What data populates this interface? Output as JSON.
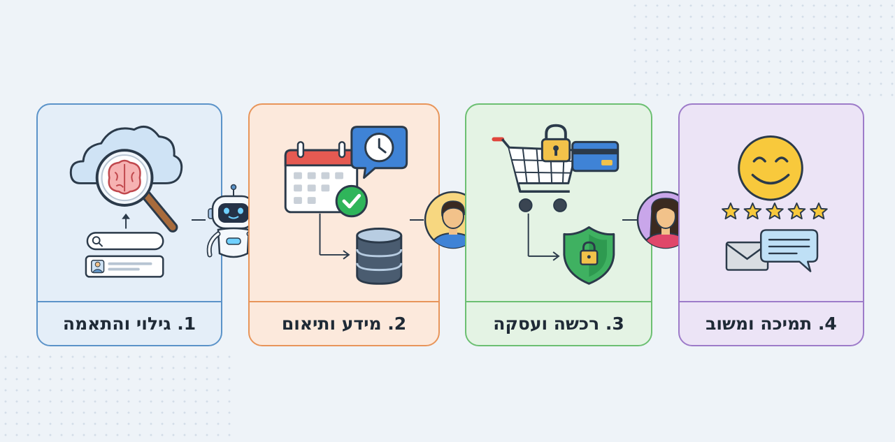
{
  "steps": [
    {
      "label": "1. גילוי והתאמה",
      "accent": "#5b93c9",
      "icons": [
        "cloud-icon",
        "magnifier-brain-icon",
        "search-bar-icon",
        "user-profile-icon"
      ]
    },
    {
      "label": "2. מידע ותיאום",
      "accent": "#e8955a",
      "icons": [
        "calendar-icon",
        "clock-chat-icon",
        "check-badge-icon",
        "database-icon"
      ]
    },
    {
      "label": "3. רכשה ועסקה",
      "accent": "#6cbf72",
      "icons": [
        "shopping-cart-icon",
        "padlock-icon",
        "credit-card-icon",
        "shield-lock-icon"
      ]
    },
    {
      "label": "4. תמיכה ומשוב",
      "accent": "#9d7bc9",
      "icons": [
        "smiley-icon",
        "five-star-rating-icon",
        "envelope-icon",
        "chat-bubble-icon"
      ]
    }
  ],
  "connectors": [
    "robot-assistant-icon",
    "male-user-avatar-icon",
    "female-user-avatar-icon"
  ],
  "rating": {
    "stars": 5,
    "max": 5
  }
}
